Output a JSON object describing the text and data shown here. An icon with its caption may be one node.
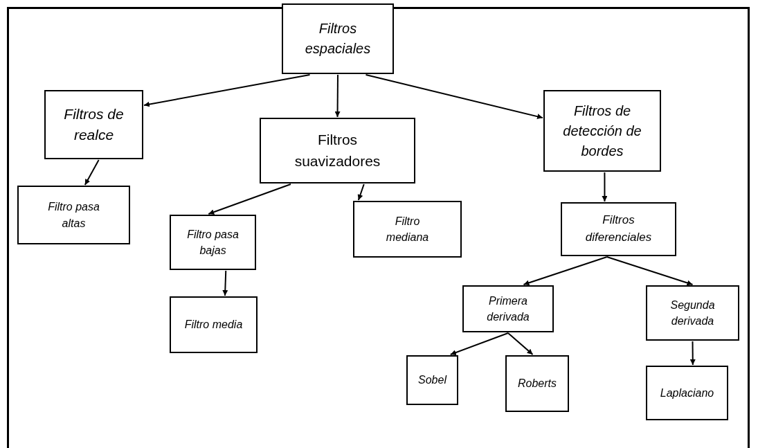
{
  "diagram": {
    "nodes": [
      {
        "text": [
          "Filtros espaciales"
        ]
      },
      {
        "text": [
          "Filtros de realce"
        ]
      },
      {
        "text": [
          "Filtros suavizadores"
        ]
      },
      {
        "text": [
          "Filtros de detección de bordes"
        ]
      },
      {
        "text": [
          "Filtro pasa altas"
        ]
      },
      {
        "text": [
          "Filtro pasa bajas"
        ]
      },
      {
        "text": [
          "Filtro mediana"
        ]
      },
      {
        "text": [
          "Filtros diferenciales"
        ]
      },
      {
        "text": [
          "Filtro media"
        ]
      },
      {
        "text": [
          "Primera derivada"
        ]
      },
      {
        "text": [
          "Segunda derivada"
        ]
      },
      {
        "text": [
          "Sobel"
        ]
      },
      {
        "text": [
          "Roberts"
        ]
      },
      {
        "text": [
          "Laplaciano"
        ]
      }
    ],
    "edges": [
      {
        "from": 0,
        "to": 1,
        "arrow": "to"
      },
      {
        "from": 0,
        "to": 2,
        "arrow": "to"
      },
      {
        "from": 0,
        "to": 3,
        "arrow": "to"
      },
      {
        "from": 1,
        "to": 4,
        "arrow": "to"
      },
      {
        "from": 2,
        "to": 5,
        "arrow": "to"
      },
      {
        "from": 2,
        "to": 6,
        "arrow": "to"
      },
      {
        "from": 3,
        "to": 7,
        "arrow": "to"
      },
      {
        "from": 5,
        "to": 8,
        "arrow": "to"
      },
      {
        "from": 7,
        "to": 9,
        "arrow": "to"
      },
      {
        "from": 7,
        "to": 10,
        "arrow": "to"
      },
      {
        "from": 9,
        "to": 11,
        "arrow": "to"
      },
      {
        "from": 9,
        "to": 12,
        "arrow": "to"
      },
      {
        "from": 10,
        "to": 13,
        "arrow": "to"
      }
    ]
  }
}
